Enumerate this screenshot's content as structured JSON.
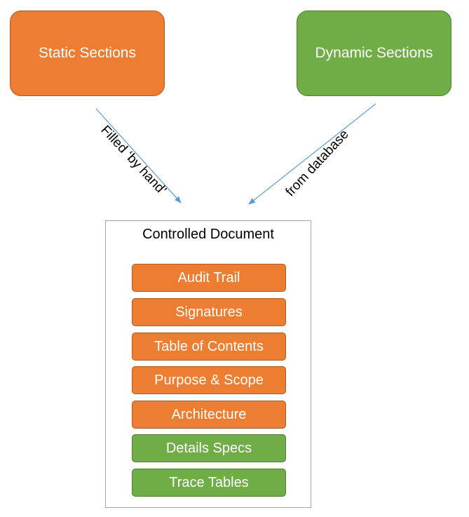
{
  "boxes": {
    "static": {
      "label": "Static Sections",
      "color": "#ED7D31"
    },
    "dynamic": {
      "label": "Dynamic Sections",
      "color": "#70AD47"
    }
  },
  "arrows": {
    "static_label": "Filled ‘by hand’",
    "dynamic_label": "from database",
    "color": "#5B9BD5"
  },
  "document": {
    "title": "Controlled Document",
    "sections": [
      {
        "label": "Audit Trail",
        "type": "static"
      },
      {
        "label": "Signatures",
        "type": "static"
      },
      {
        "label": "Table of Contents",
        "type": "static"
      },
      {
        "label": "Purpose & Scope",
        "type": "static"
      },
      {
        "label": "Architecture",
        "type": "static"
      },
      {
        "label": "Details Specs",
        "type": "dynamic"
      },
      {
        "label": "Trace Tables",
        "type": "dynamic"
      }
    ]
  }
}
